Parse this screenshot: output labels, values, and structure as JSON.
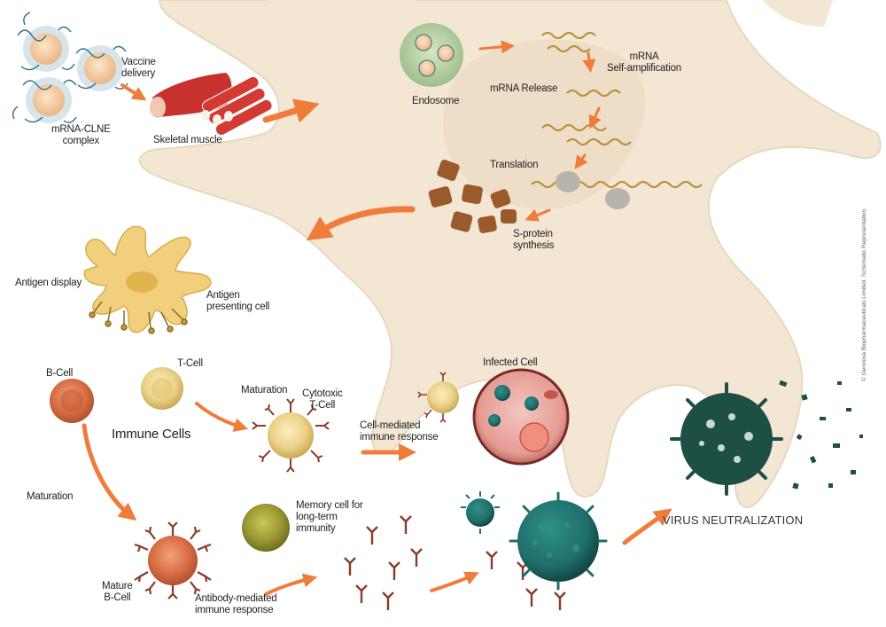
{
  "labels": {
    "vaccine_delivery_1": "Vaccine",
    "vaccine_delivery_2": "delivery",
    "complex_1": "mRNA-CLNE",
    "complex_2": "complex",
    "skeletal_muscle": "Skeletal muscle",
    "endosome": "Endosome",
    "mrna_release": "mRNA Release",
    "mrna_1": "mRNA",
    "mrna_2": "Self-amplification",
    "translation": "Translation",
    "sprotein_1": "S-protein",
    "sprotein_2": "synthesis",
    "antigen_display": "Antigen display",
    "apc_1": "Antigen",
    "apc_2": "presenting cell",
    "bcell": "B-Cell",
    "tcell": "T-Cell",
    "immune_cells": "Immune Cells",
    "maturation_t": "Maturation",
    "cytotoxic_1": "Cytotoxic",
    "cytotoxic_2": "T-Cell",
    "infected_cell": "Infected Cell",
    "cell_mediated_1": "Cell-mediated",
    "cell_mediated_2": "immune response",
    "maturation_b": "Maturation",
    "memory_1": "Memory cell for",
    "memory_2": "long-term",
    "memory_3": "immunity",
    "mature_b_1": "Mature",
    "mature_b_2": "B-Cell",
    "antibody_1": "Antibody-mediated",
    "antibody_2": "immune response",
    "virus_neutralization": "VIRUS NEUTRALIZATION",
    "copyright": "© Gennova Biopharmaceuticals Limited. Schematic Representation."
  },
  "colors": {
    "cell_body": "#f3e6d3",
    "arrow": "#f07c3c",
    "virus": "#1f6e6a",
    "bcell": "#d96f45",
    "tcell": "#e9cf7a",
    "memory": "#9a9a33",
    "antibody": "#8a3b2b"
  }
}
